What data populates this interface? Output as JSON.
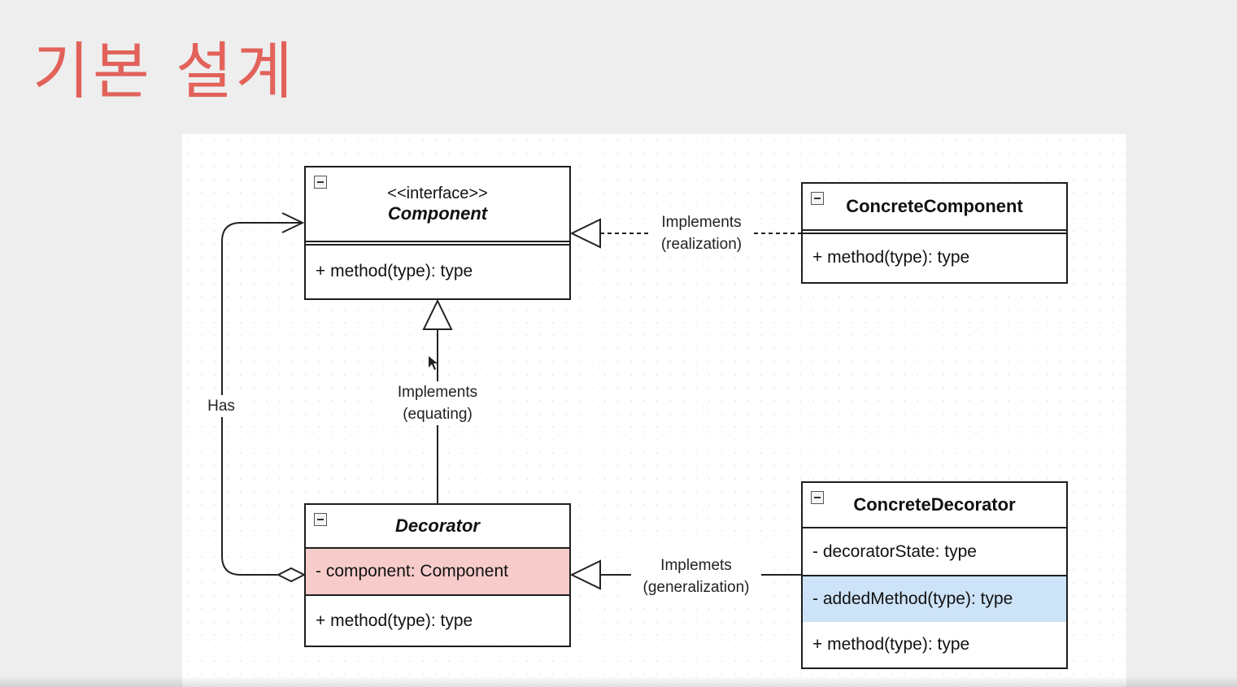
{
  "slide": {
    "title": "기본 설계"
  },
  "classes": {
    "component": {
      "stereotype": "<<interface>>",
      "name": "Component",
      "methods": [
        "+ method(type): type"
      ]
    },
    "concrete_component": {
      "name": "ConcreteComponent",
      "methods": [
        "+ method(type): type"
      ]
    },
    "decorator": {
      "name": "Decorator",
      "fields": [
        "- component: Component"
      ],
      "methods": [
        "+ method(type): type"
      ]
    },
    "concrete_decorator": {
      "name": "ConcreteDecorator",
      "fields": [
        "- decoratorState: type"
      ],
      "highlighted": [
        "- addedMethod(type): type"
      ],
      "methods": [
        "+ method(type): type"
      ]
    }
  },
  "relations": {
    "realization": {
      "line1": "Implements",
      "line2": "(realization)"
    },
    "equating": {
      "line1": "Implements",
      "line2": "(equating)"
    },
    "generalization": {
      "line1": "Implemets",
      "line2": "(generalization)"
    },
    "has": {
      "label": "Has"
    }
  },
  "colors": {
    "title": "#e2625a",
    "field_highlight": "#f8cbcb",
    "method_highlight": "#cde3f7"
  }
}
